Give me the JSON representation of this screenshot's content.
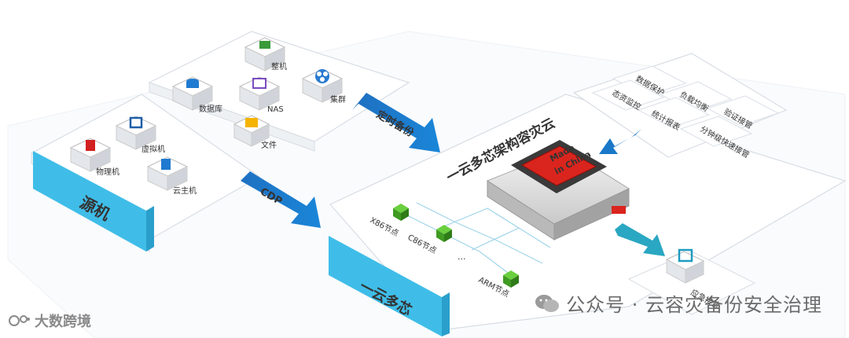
{
  "left_platform": {
    "source_label": "源机",
    "endpoints": [
      "物理机",
      "虚拟机",
      "云主机"
    ]
  },
  "top_platform": {
    "items": [
      "整机",
      "数据库",
      "NAS",
      "集群",
      "文件"
    ]
  },
  "arrows": {
    "scheduled_backup": "定时备份",
    "cdp": "CDP"
  },
  "center": {
    "title": "一云多芯架构容灾云",
    "chip_text_line1": "Made",
    "chip_text_line2": "in China",
    "nodes": [
      "X86节点",
      "C86节点",
      "...",
      "ARM节点"
    ],
    "bottom_label": "一云多芯"
  },
  "right_panel": {
    "features": [
      "数据保护",
      "态资监控",
      "负载均衡",
      "统计报表",
      "验证接管",
      "分钟级快速接管"
    ]
  },
  "emergency": {
    "label": "应急接管"
  },
  "watermark": {
    "text": "公众号 · 云容灾备份安全治理"
  },
  "brand": {
    "text": "大数跨境"
  },
  "colors": {
    "primary_blue": "#1a78c8",
    "cyan_block": "#3dbde6",
    "teal_arrow": "#2aa7c2",
    "chip_red": "#d9251d",
    "node_green": "#4caf2a"
  }
}
